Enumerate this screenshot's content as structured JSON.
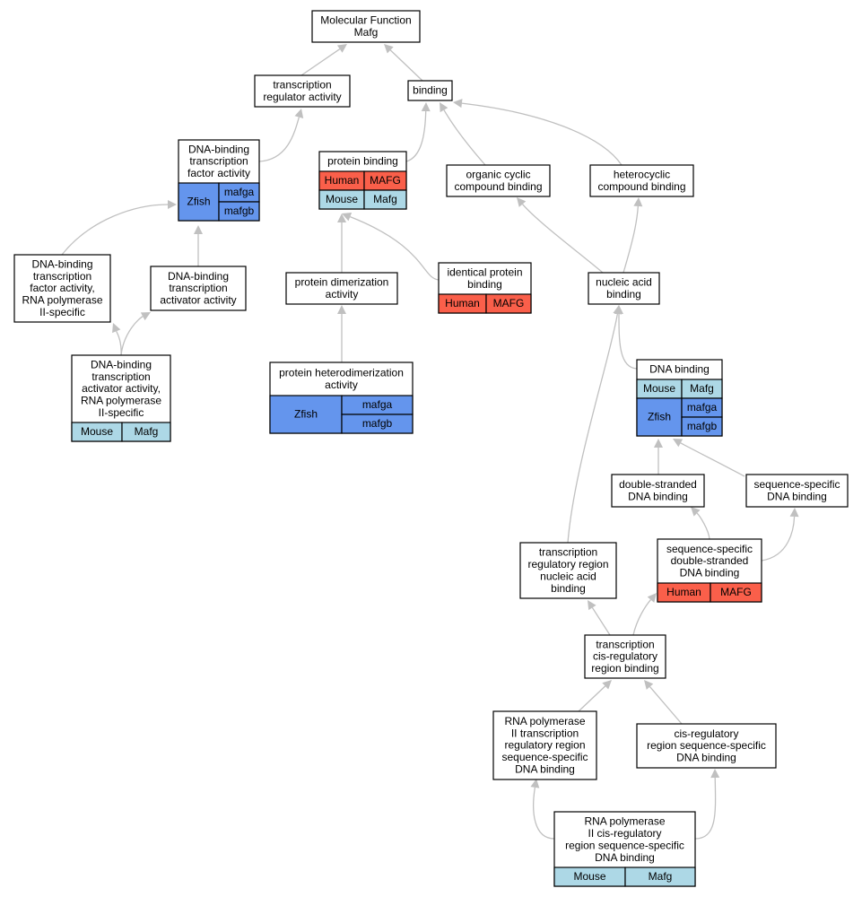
{
  "colors": {
    "human": "#fa5f4a",
    "mouse": "#add8e6",
    "zfish": "#6495ed",
    "edge": "#c0c0c0",
    "node_border": "#000000",
    "node_fill": "#ffffff"
  },
  "nodes": {
    "mf": {
      "lines": [
        "Molecular Function",
        "Mafg"
      ]
    },
    "tra": {
      "lines": [
        "transcription",
        "regulator activity"
      ]
    },
    "binding": {
      "lines": [
        "binding"
      ]
    },
    "dbtfa": {
      "lines": [
        "DNA-binding",
        "transcription",
        "factor activity"
      ],
      "annot": {
        "species": "Zfish",
        "genes": [
          "mafga",
          "mafgb"
        ]
      }
    },
    "pb": {
      "lines": [
        "protein binding"
      ],
      "annot": [
        {
          "species": "Human",
          "gene": "MAFG"
        },
        {
          "species": "Mouse",
          "gene": "Mafg"
        }
      ]
    },
    "ocb": {
      "lines": [
        "organic cyclic",
        "compound binding"
      ]
    },
    "hcb": {
      "lines": [
        "heterocyclic",
        "compound binding"
      ]
    },
    "rnap": {
      "lines": [
        "DNA-binding",
        "transcription",
        "factor activity,",
        "RNA polymerase",
        "II-specific"
      ]
    },
    "dbtaa": {
      "lines": [
        "DNA-binding",
        "transcription",
        "activator activity"
      ]
    },
    "pda": {
      "lines": [
        "protein dimerization",
        "activity"
      ]
    },
    "ipb": {
      "lines": [
        "identical protein",
        "binding"
      ],
      "annot": [
        {
          "species": "Human",
          "gene": "MAFG"
        }
      ]
    },
    "nab": {
      "lines": [
        "nucleic acid",
        "binding"
      ]
    },
    "dbtaa2": {
      "lines": [
        "DNA-binding",
        "transcription",
        "activator activity,",
        "RNA polymerase",
        "II-specific"
      ],
      "annot": [
        {
          "species": "Mouse",
          "gene": "Mafg"
        }
      ]
    },
    "phda": {
      "lines": [
        "protein heterodimerization",
        "activity"
      ],
      "annot": {
        "species": "Zfish",
        "genes": [
          "mafga",
          "mafgb"
        ]
      }
    },
    "dnab": {
      "lines": [
        "DNA binding"
      ],
      "annot_top": {
        "species": "Mouse",
        "gene": "Mafg"
      },
      "annot": {
        "species": "Zfish",
        "genes": [
          "mafga",
          "mafgb"
        ]
      }
    },
    "dsdb": {
      "lines": [
        "double-stranded",
        "DNA binding"
      ]
    },
    "ssdb": {
      "lines": [
        "sequence-specific",
        "DNA binding"
      ]
    },
    "trrnab": {
      "lines": [
        "transcription",
        "regulatory region",
        "nucleic acid",
        "binding"
      ]
    },
    "ssdsdb": {
      "lines": [
        "sequence-specific",
        "double-stranded",
        "DNA binding"
      ],
      "annot": [
        {
          "species": "Human",
          "gene": "MAFG"
        }
      ]
    },
    "tcrb": {
      "lines": [
        "transcription",
        "cis-regulatory",
        "region binding"
      ]
    },
    "rnapii": {
      "lines": [
        "RNA polymerase",
        "II transcription",
        "regulatory region",
        "sequence-specific",
        "DNA binding"
      ]
    },
    "crssdb": {
      "lines": [
        "cis-regulatory",
        "region sequence-specific",
        "DNA binding"
      ]
    },
    "rnapcr": {
      "lines": [
        "RNA polymerase",
        "II cis-regulatory",
        "region sequence-specific",
        "DNA binding"
      ],
      "annot": [
        {
          "species": "Mouse",
          "gene": "Mafg"
        }
      ]
    }
  },
  "edges": [
    {
      "from": "tra",
      "to": "mf"
    },
    {
      "from": "binding",
      "to": "mf"
    },
    {
      "from": "dbtfa",
      "to": "tra"
    },
    {
      "from": "pb",
      "to": "binding"
    },
    {
      "from": "ocb",
      "to": "binding"
    },
    {
      "from": "hcb",
      "to": "binding"
    },
    {
      "from": "rnap",
      "to": "dbtfa"
    },
    {
      "from": "dbtaa",
      "to": "dbtfa"
    },
    {
      "from": "pda",
      "to": "pb"
    },
    {
      "from": "ipb",
      "to": "pb"
    },
    {
      "from": "nab",
      "to": "ocb"
    },
    {
      "from": "nab",
      "to": "hcb"
    },
    {
      "from": "dbtaa2",
      "to": "rnap"
    },
    {
      "from": "dbtaa2",
      "to": "dbtaa"
    },
    {
      "from": "phda",
      "to": "pda"
    },
    {
      "from": "dnab",
      "to": "nab"
    },
    {
      "from": "trrnab",
      "to": "nab"
    },
    {
      "from": "dsdb",
      "to": "dnab"
    },
    {
      "from": "ssdb",
      "to": "dnab"
    },
    {
      "from": "ssdsdb",
      "to": "dsdb"
    },
    {
      "from": "ssdsdb",
      "to": "ssdb"
    },
    {
      "from": "tcrb",
      "to": "trrnab"
    },
    {
      "from": "tcrb",
      "to": "ssdsdb"
    },
    {
      "from": "rnapii",
      "to": "tcrb"
    },
    {
      "from": "crssdb",
      "to": "tcrb"
    },
    {
      "from": "rnapcr",
      "to": "rnapii"
    },
    {
      "from": "rnapcr",
      "to": "crssdb"
    }
  ]
}
